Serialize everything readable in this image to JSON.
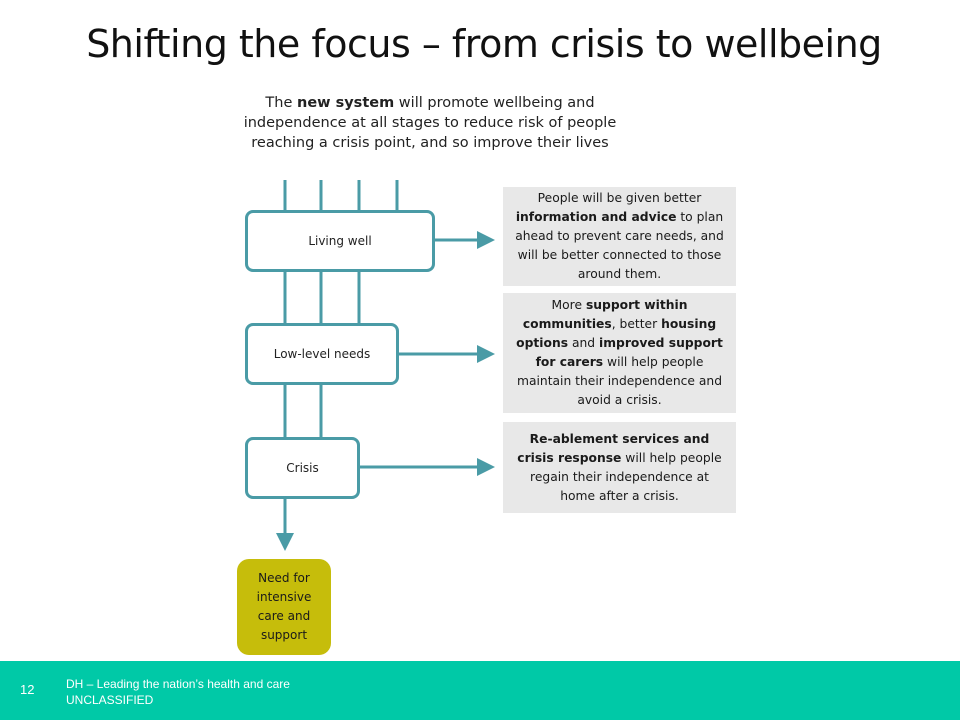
{
  "slide": {
    "title": "Shifting the focus – from crisis to wellbeing",
    "intro": {
      "prefix": "The ",
      "bold": "new system",
      "suffix": " will promote wellbeing and independence at all stages to reduce risk of people reaching a crisis point, and so improve their lives"
    }
  },
  "stages": [
    {
      "label": "Living well"
    },
    {
      "label": "Low-level needs"
    },
    {
      "label": "Crisis"
    }
  ],
  "info_boxes": [
    {
      "parts": [
        {
          "text": "People will be given better ",
          "bold": false
        },
        {
          "text": "information and advice",
          "bold": true
        },
        {
          "text": " to plan ahead to prevent care needs, and will be better connected to those around them.",
          "bold": false
        }
      ]
    },
    {
      "parts": [
        {
          "text": "More ",
          "bold": false
        },
        {
          "text": "support within communities",
          "bold": true
        },
        {
          "text": ", better ",
          "bold": false
        },
        {
          "text": "housing options",
          "bold": true
        },
        {
          "text": " and ",
          "bold": false
        },
        {
          "text": "improved support for carers",
          "bold": true
        },
        {
          "text": " will help people maintain their independence and avoid a crisis.",
          "bold": false
        }
      ]
    },
    {
      "parts": [
        {
          "text": "Re-ablement services and crisis response",
          "bold": true
        },
        {
          "text": " will help people regain their independence at home after a crisis.",
          "bold": false
        }
      ]
    }
  ],
  "outcome": {
    "label": "Need for intensive care and support"
  },
  "footer": {
    "page_number": "12",
    "line1": "DH – Leading the nation’s health and care",
    "line2": "UNCLASSIFIED"
  },
  "colors": {
    "connector": "#4a9ba6",
    "outcome_fill": "#c6bd0b",
    "footer_band": "#00c9a7",
    "info_fill": "#e8e8e8"
  }
}
